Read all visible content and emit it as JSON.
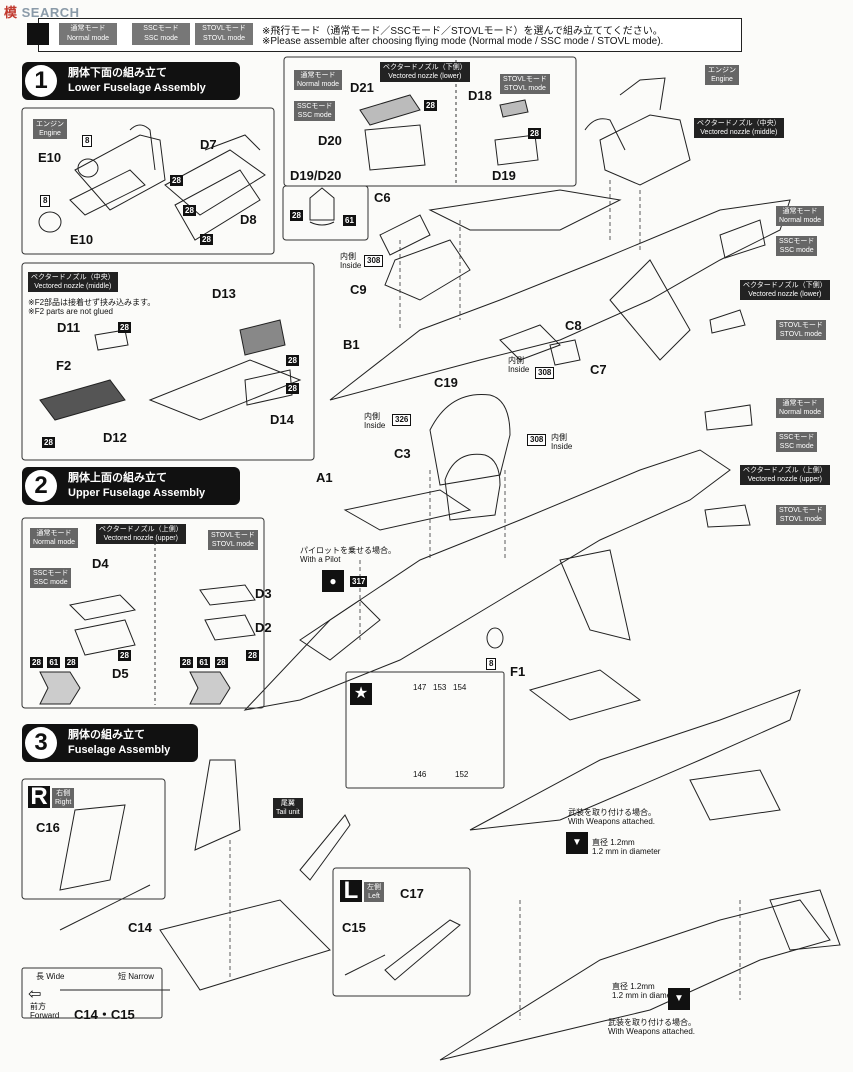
{
  "watermark": {
    "cn": "模",
    "site": "SEARCH"
  },
  "header": {
    "modes": [
      {
        "jp": "通常モード",
        "en": "Normal mode"
      },
      {
        "jp": "SSCモード",
        "en": "SSC mode"
      },
      {
        "jp": "STOVLモード",
        "en": "STOVL mode"
      }
    ],
    "notice_jp": "※飛行モード（通常モード／SSCモード／STOVLモード）を選んで組み立ててください。",
    "notice_en": "※Please assemble after choosing flying mode (Normal mode / SSC mode / STOVL mode)."
  },
  "step1": {
    "num": "1",
    "title_jp": "胴体下面の組み立て",
    "title_en": "Lower Fuselage Assembly"
  },
  "step2": {
    "num": "2",
    "title_jp": "胴体上面の組み立て",
    "title_en": "Upper Fuselage Assembly"
  },
  "step3": {
    "num": "3",
    "title_jp": "胴体の組み立て",
    "title_en": "Fuselage Assembly"
  },
  "labels": {
    "engine_jp": "エンジン",
    "engine_en": "Engine",
    "vn_middle_jp": "ベクタードノズル（中央）",
    "vn_middle_en": "Vectored nozzle (middle)",
    "vn_lower_jp": "ベクタードノズル（下側）",
    "vn_lower_en": "Vectored nozzle (lower)",
    "vn_upper_jp": "ベクタードノズル（上側）",
    "vn_upper_en": "Vectored nozzle (upper)",
    "normal_jp": "通常モード",
    "normal_en": "Normal mode",
    "ssc_jp": "SSCモード",
    "ssc_en": "SSC mode",
    "stovl_jp": "STOVLモード",
    "stovl_en": "STOVL mode",
    "f2_note_jp": "※F2部品は接着せず挟み込みます。",
    "f2_note_en": "※F2 parts are not glued",
    "inside_jp": "内側",
    "inside_en": "Inside",
    "pilot_jp": "パイロットを乗せる場合。",
    "pilot_en": "With a Pilot",
    "weapons_jp": "武装を取り付ける場合。",
    "weapons_en": "With Weapons attached.",
    "hole_jp": "直径 1.2mm",
    "hole_en": "1.2 mm in diameter",
    "tail_jp": "尾翼",
    "tail_en": "Tail unit",
    "right_jp": "右側",
    "right_en": "Right",
    "left_jp": "左側",
    "left_en": "Left",
    "wide_jp": "長",
    "wide_en": "Wide",
    "narrow_jp": "短",
    "narrow_en": "Narrow",
    "forward_jp": "前方",
    "forward_en": "Forward"
  },
  "parts": {
    "E10": "E10",
    "D7": "D7",
    "D8": "D8",
    "D21": "D21",
    "D20": "D20",
    "D18": "D18",
    "D19": "D19",
    "D19D20": "D19/D20",
    "C6": "C6",
    "C9": "C9",
    "B1": "B1",
    "C19": "C19",
    "C8": "C8",
    "C7": "C7",
    "D13": "D13",
    "D11": "D11",
    "F2": "F2",
    "D12": "D12",
    "D14": "D14",
    "A1": "A1",
    "C3": "C3",
    "D4": "D4",
    "D3": "D3",
    "D2": "D2",
    "D5": "D5",
    "F1": "F1",
    "C16": "C16",
    "C14": "C14",
    "C15": "C15",
    "C17": "C17",
    "C14C15": "C14・C15",
    "R": "R",
    "L": "L"
  },
  "callouts": {
    "n8": "8",
    "n28": "28",
    "n61": "61",
    "n308": "308",
    "n326": "326",
    "n317": "317",
    "d147": "147",
    "d153": "153",
    "d154": "154",
    "d146": "146",
    "d152": "152"
  }
}
